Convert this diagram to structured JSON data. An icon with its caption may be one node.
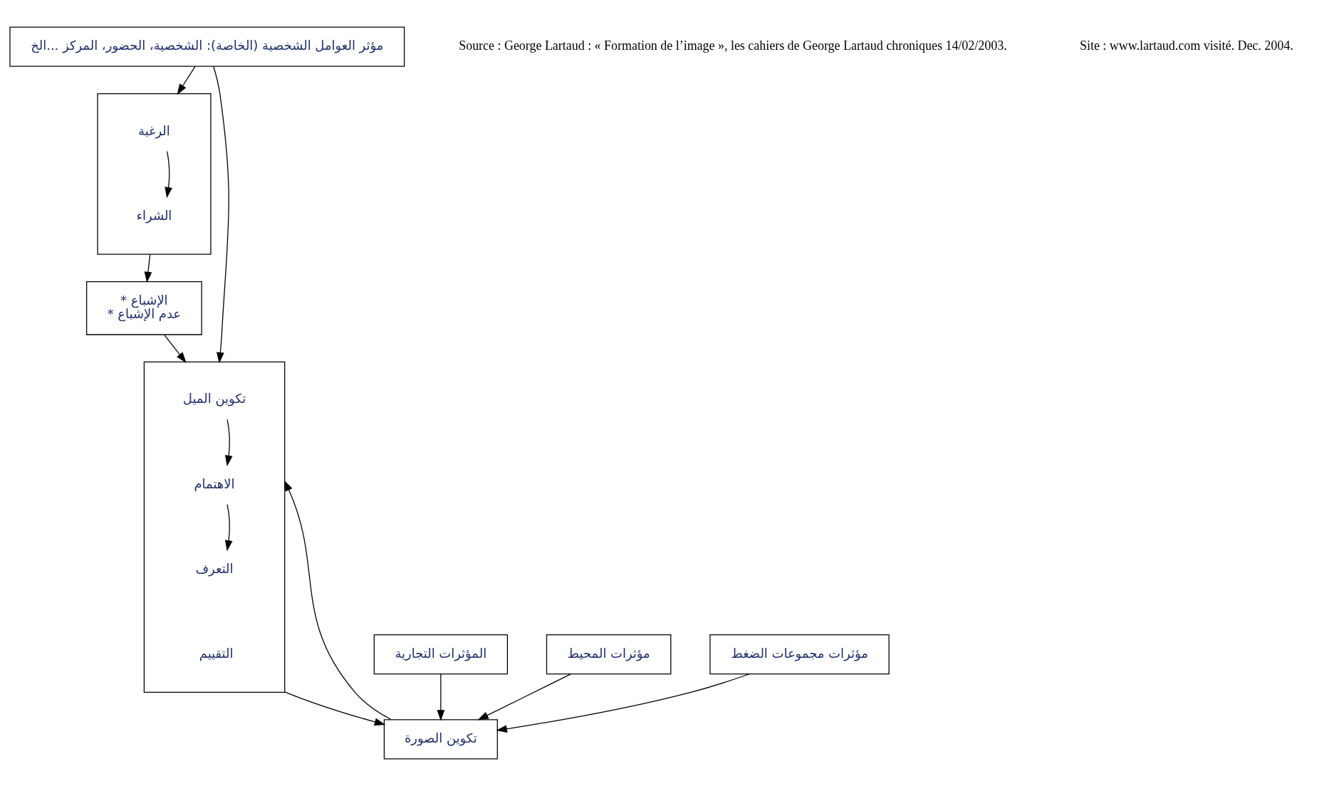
{
  "diagram": {
    "nodes": [
      {
        "text": [
          "مؤثر العوامل الشخصية (الخاصة): الشخصية، الحضور، المركز ...الخ"
        ]
      },
      {
        "text": [
          "المؤثرات التجارية"
        ]
      },
      {
        "text": [
          "مؤثرات المحيط"
        ]
      },
      {
        "text": [
          "مؤثرات مجموعات الضغط"
        ]
      },
      {
        "text": [
          "تكوين الصورة"
        ]
      },
      {
        "text": [],
        "shape": "box"
      },
      {
        "text": [
          "تكوين الميل"
        ],
        "in": 5
      },
      {
        "text": [
          "الاهتمام"
        ],
        "in": 5
      },
      {
        "text": [
          "التعرف"
        ],
        "in": 5
      },
      {
        "text": [
          "التقييم"
        ],
        "in": 5
      },
      {
        "text": [],
        "shape": "box"
      },
      {
        "text": [
          "الرغبة"
        ],
        "in": 10
      },
      {
        "text": [
          "الشراء"
        ],
        "in": 10
      },
      {
        "text": [
          "* الإشباع",
          "* عدم الإشباع"
        ]
      }
    ],
    "edges": [
      {
        "from": 0,
        "to": 5,
        "arrow": "to"
      },
      {
        "from": 0,
        "to": 10,
        "arrow": "to"
      },
      {
        "from": 1,
        "to": 4,
        "arrow": "to"
      },
      {
        "from": 2,
        "to": 4,
        "arrow": "to"
      },
      {
        "from": 3,
        "to": 4,
        "arrow": "to"
      },
      {
        "from": 4,
        "to": 5,
        "arrow": "to"
      },
      {
        "from": 5,
        "to": 4,
        "arrow": "to"
      },
      {
        "from": 6,
        "to": 7,
        "arrow": "to"
      },
      {
        "from": 7,
        "to": 8,
        "arrow": "to"
      },
      {
        "from": 11,
        "to": 12,
        "arrow": "to"
      },
      {
        "from": 10,
        "to": 13,
        "arrow": "to"
      },
      {
        "from": 13,
        "to": 5,
        "arrow": "to"
      }
    ],
    "labels": [
      "Source : George Lartaud : « Formation de l’image », les cahiers de George Lartaud chroniques 14/02/2003.",
      "Site : www.lartaud.com visité. Dec. 2004."
    ]
  }
}
